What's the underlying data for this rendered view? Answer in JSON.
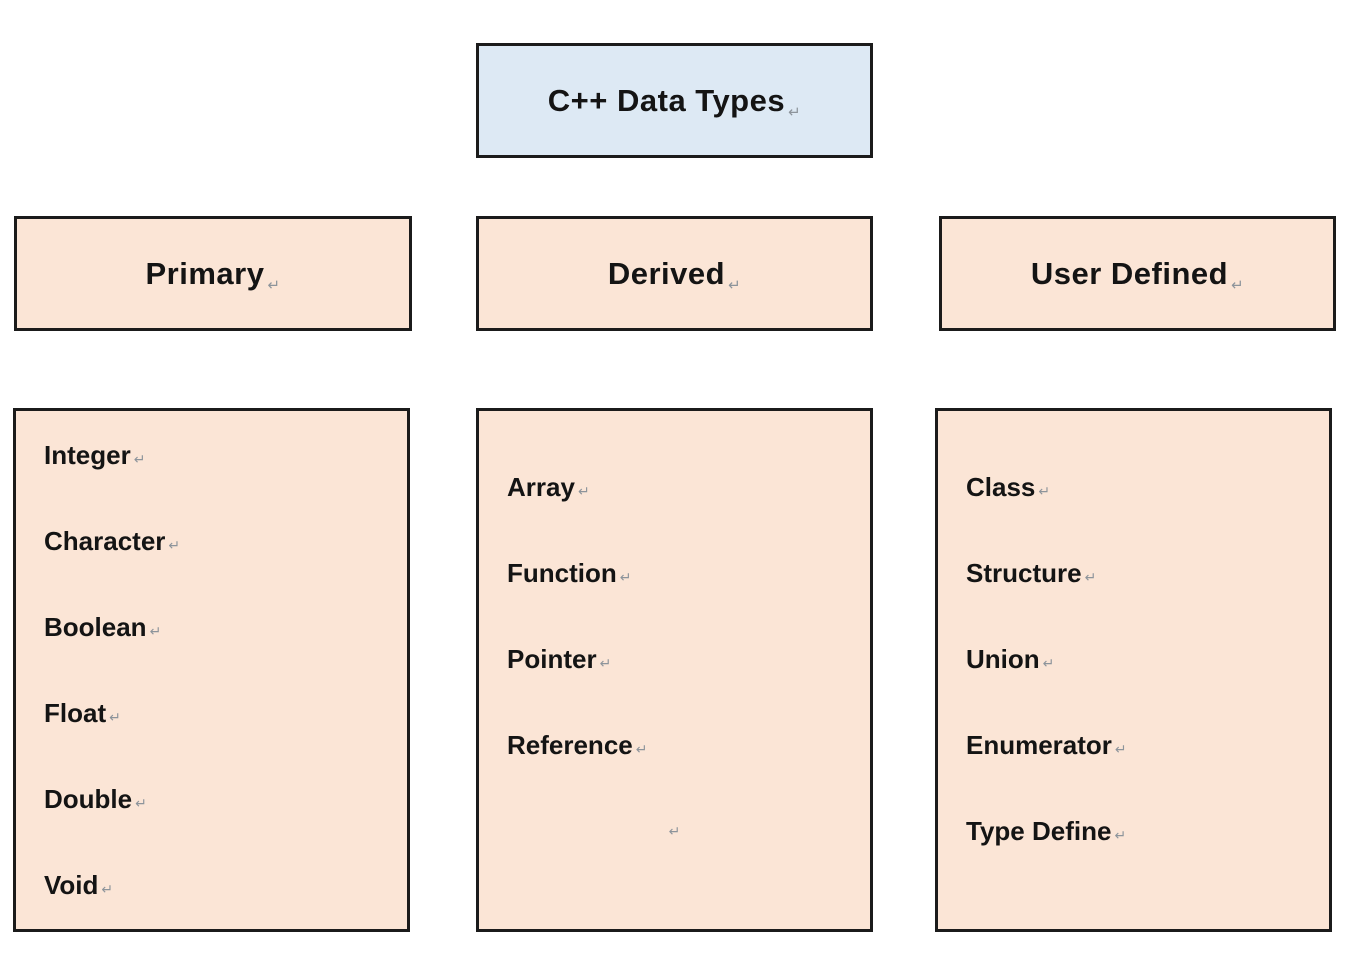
{
  "paragraph_mark": "↵",
  "root": {
    "label": "C++ Data Types"
  },
  "columns": [
    {
      "header": "Primary",
      "items": [
        "Integer",
        "Character",
        "Boolean",
        "Float",
        "Double",
        "Void"
      ]
    },
    {
      "header": "Derived",
      "items": [
        "Array",
        "Function",
        "Pointer",
        "Reference"
      ],
      "has_trailing_empty_paragraph": true
    },
    {
      "header": "User Defined",
      "items": [
        "Class",
        "Structure",
        "Union",
        "Enumerator",
        "Type Define"
      ]
    }
  ],
  "colors": {
    "root_fill": "#dde9f4",
    "category_fill": "#fbe5d6",
    "border": "#1b1b1b",
    "page_background": "#ffffff",
    "paragraph_mark": "#8d949b",
    "text": "#141414"
  }
}
